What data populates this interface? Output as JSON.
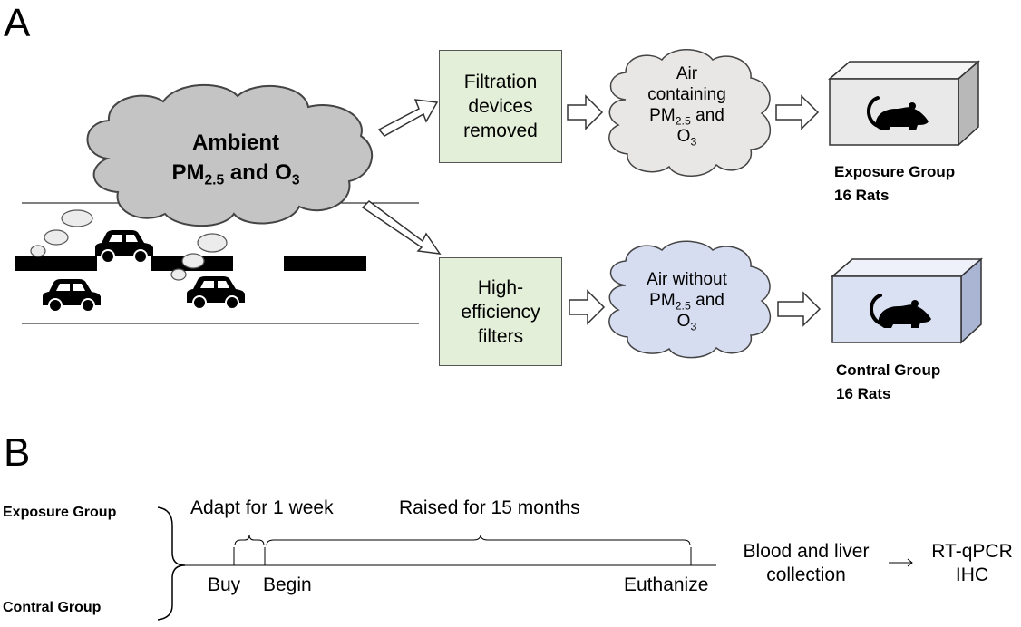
{
  "panel_a": {
    "letter": "A",
    "ambient_cloud": {
      "line1": "Ambient",
      "pm": "PM",
      "pm_sub": "2.5",
      "and": " and O",
      "o3_sub": "3"
    },
    "filtration_box": {
      "line1": "Filtration",
      "line2": "devices",
      "line3": "removed"
    },
    "hepa_box": {
      "line1": "High-",
      "line2": "efficiency",
      "line3": "filters"
    },
    "polluted_cloud": {
      "line1": "Air",
      "line2": "containing",
      "pm": "PM",
      "pm_sub": "2.5",
      "and": " and",
      "o": "O",
      "o3_sub": "3"
    },
    "clean_cloud": {
      "line1": "Air without",
      "pm": "PM",
      "pm_sub": "2.5",
      "and": " and",
      "o": "O",
      "o3_sub": "3"
    },
    "exposure_group": {
      "name": "Exposure Group",
      "count": "16 Rats"
    },
    "control_group": {
      "name": "Contral Group",
      "count": "16 Rats"
    },
    "colors": {
      "box_green": "#e3efd9",
      "polluted_cloud": "#e9e7e6",
      "clean_cloud": "#d6ddf1",
      "ambient_cloud": "#c4c4c4",
      "cage_exposure": "#e9e9e9",
      "cage_control": "#d9e1f2"
    }
  },
  "panel_b": {
    "letter": "B",
    "exposure_group": "Exposure Group",
    "control_group": "Contral Group",
    "adapt": "Adapt for 1 week",
    "raised": "Raised for 15 months",
    "buy": "Buy",
    "begin": "Begin",
    "euthanize": "Euthanize",
    "collection_line1": "Blood and liver",
    "collection_line2": "collection",
    "assay_line1": "RT-qPCR",
    "assay_line2": "IHC"
  }
}
